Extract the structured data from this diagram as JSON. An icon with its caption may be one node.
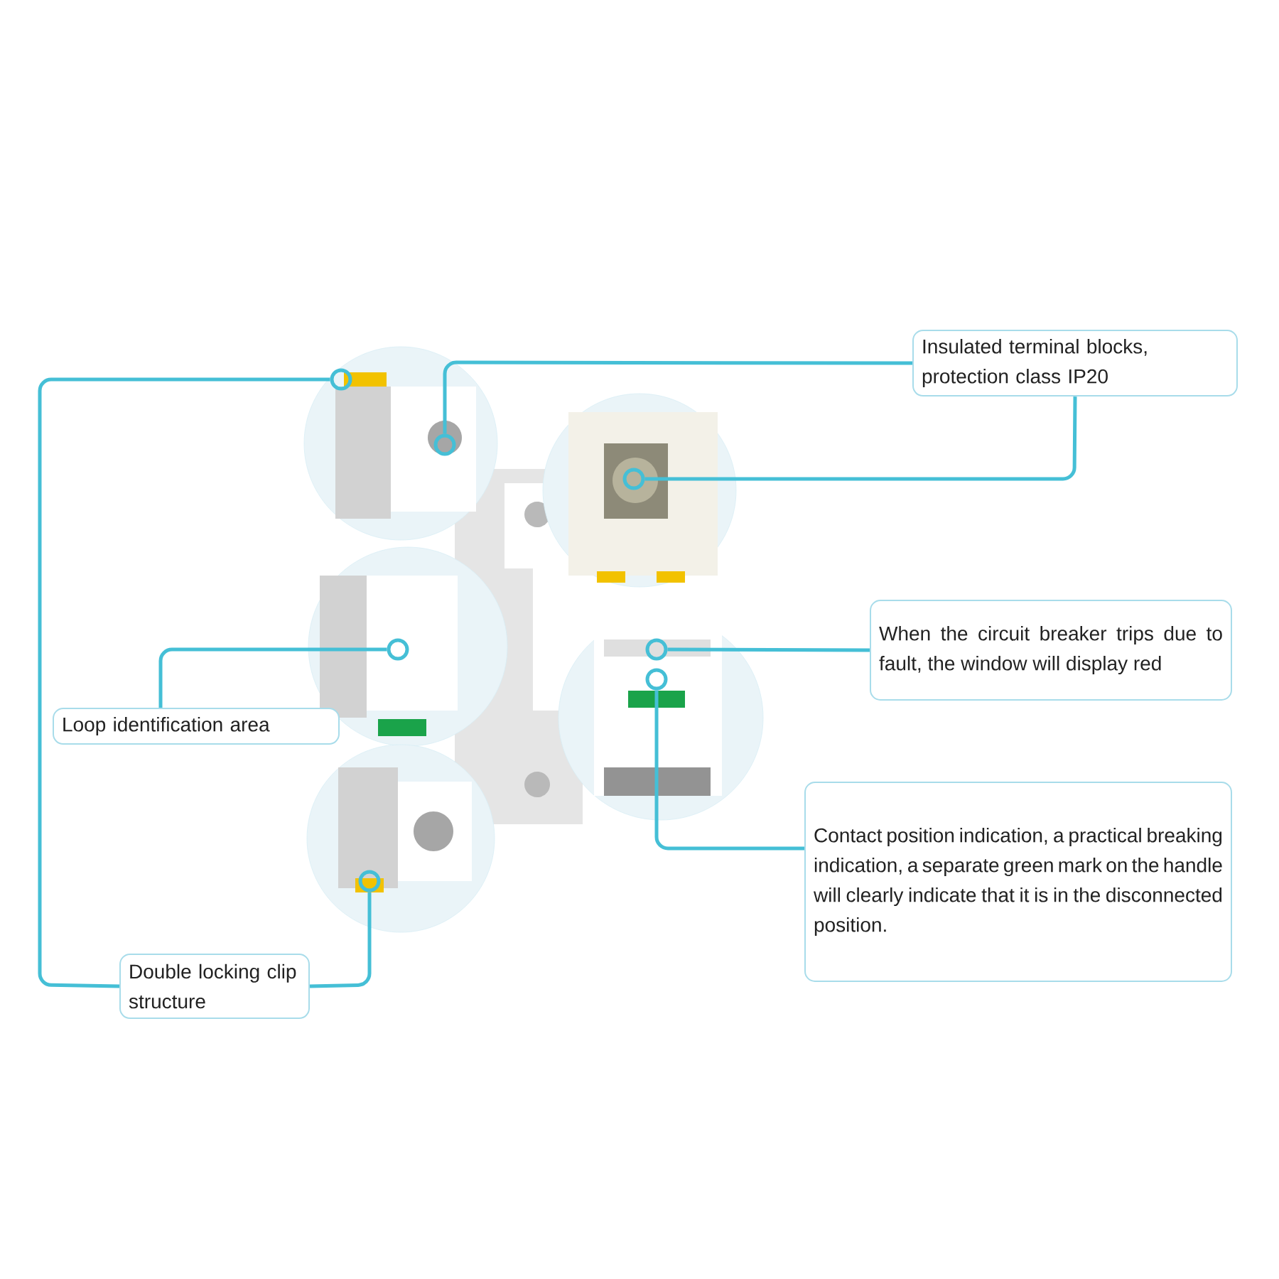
{
  "diagram": {
    "nodes": [
      {
        "text": [
          "Insulated terminal blocks, protection class IP20"
        ]
      },
      {
        "text": [
          "When the circuit breaker trips due to fault, the window will display red"
        ]
      },
      {
        "text": [
          "Loop identification area"
        ]
      },
      {
        "text": [
          "Contact position indication, a practical breaking indication, a separate green mark on the handle will clearly indicate that it is in the disconnected position."
        ]
      },
      {
        "text": [
          "Double locking clip structure"
        ]
      },
      {
        "text": [],
        "shape": "circle"
      },
      {
        "text": [],
        "shape": "circle"
      },
      {
        "text": [],
        "shape": "circle"
      },
      {
        "text": [],
        "shape": "circle"
      },
      {
        "text": [],
        "shape": "circle"
      },
      {
        "text": [],
        "shape": "circle"
      },
      {
        "text": [],
        "shape": "circle"
      }
    ],
    "edges": [
      {
        "from": 0,
        "to": 6,
        "arrow": "none"
      },
      {
        "from": 0,
        "to": 7,
        "arrow": "none"
      },
      {
        "from": 1,
        "to": 8,
        "arrow": "none"
      },
      {
        "from": 2,
        "to": 9,
        "arrow": "none"
      },
      {
        "from": 3,
        "to": 10,
        "arrow": "none"
      },
      {
        "from": 4,
        "to": 5,
        "arrow": "none"
      },
      {
        "from": 4,
        "to": 11,
        "arrow": "none"
      }
    ]
  }
}
